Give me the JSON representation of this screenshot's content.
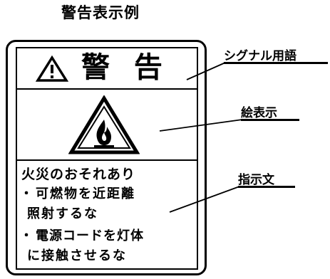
{
  "title": "警告表示例",
  "label": {
    "signal_word": "警 告",
    "instructions": {
      "heading": "火災のおそれあり",
      "bullets": [
        {
          "marker": "・",
          "lines": [
            "可燃物を近距離",
            "照射するな"
          ]
        },
        {
          "marker": "・",
          "lines": [
            "電源コードを灯体",
            "に接触させるな"
          ]
        }
      ]
    }
  },
  "callouts": {
    "signal_word": "シグナル用語",
    "pictogram": "絵表示",
    "instruction_text": "指示文"
  },
  "colors": {
    "ink": "#000000",
    "paper": "#ffffff"
  },
  "icons": {
    "signal": "warning-triangle-icon",
    "pictogram": "fire-hazard-icon"
  }
}
